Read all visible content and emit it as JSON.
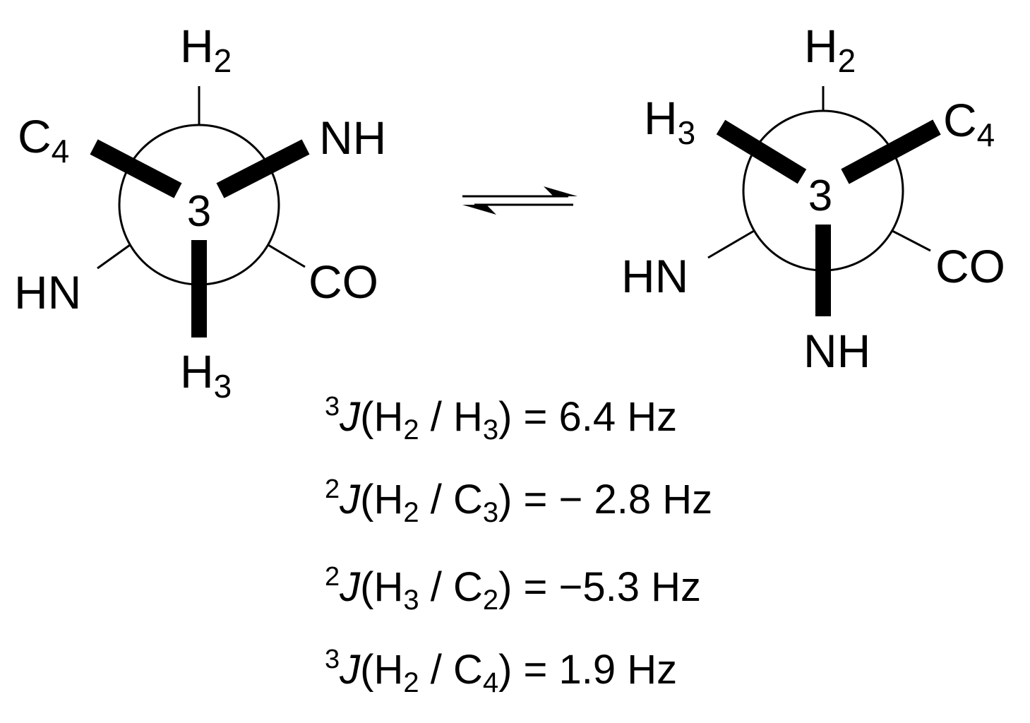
{
  "newman_left": {
    "center_label": "3",
    "front": {
      "top": {
        "base": "H",
        "sub": "2"
      },
      "lower_left": {
        "base": "HN",
        "sub": ""
      },
      "lower_right": {
        "base": "CO",
        "sub": ""
      }
    },
    "back": {
      "upper_left": {
        "base": "C",
        "sub": "4"
      },
      "upper_right": {
        "base": "NH",
        "sub": ""
      },
      "bottom": {
        "base": "H",
        "sub": "3"
      }
    }
  },
  "newman_right": {
    "center_label": "3",
    "front": {
      "top": {
        "base": "H",
        "sub": "2"
      },
      "lower_left": {
        "base": "HN",
        "sub": ""
      },
      "lower_right": {
        "base": "CO",
        "sub": ""
      }
    },
    "back": {
      "upper_left": {
        "base": "H",
        "sub": "3"
      },
      "upper_right": {
        "base": "C",
        "sub": "4"
      },
      "bottom": {
        "base": "NH",
        "sub": ""
      }
    }
  },
  "equilibrium_arrow": "equilibrium-arrows",
  "couplings": [
    {
      "order": "3",
      "j": "J",
      "a_base": "H",
      "a_sub": "2",
      "b_base": "H",
      "b_sub": "3",
      "sign": "",
      "value": "6.4",
      "unit": "Hz"
    },
    {
      "order": "2",
      "j": "J",
      "a_base": "H",
      "a_sub": "2",
      "b_base": "C",
      "b_sub": "3",
      "sign": "−",
      "value": "2.8",
      "unit": "Hz"
    },
    {
      "order": "2",
      "j": "J",
      "a_base": "H",
      "a_sub": "3",
      "b_base": "C",
      "b_sub": "2",
      "sign": "−",
      "value": "5.3",
      "unit": "Hz"
    },
    {
      "order": "3",
      "j": "J",
      "a_base": "H",
      "a_sub": "2",
      "b_base": "C",
      "b_sub": "4",
      "sign": "",
      "value": "1.9",
      "unit": "Hz"
    }
  ]
}
